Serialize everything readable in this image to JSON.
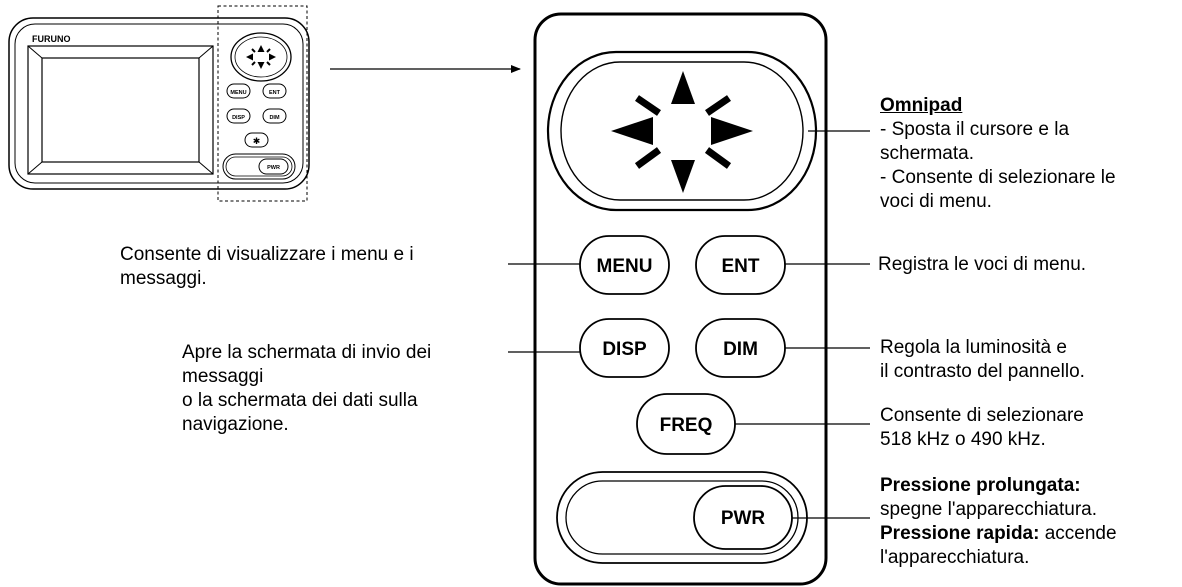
{
  "overview": {
    "brand": "FURUNO",
    "buttons": {
      "menu": "MENU",
      "ent": "ENT",
      "disp": "DISP",
      "dim": "DIM",
      "pwr": "PWR",
      "freq_symbol": "✱"
    }
  },
  "keypad": {
    "buttons": {
      "menu": "MENU",
      "ent": "ENT",
      "disp": "DISP",
      "dim": "DIM",
      "freq": "FREQ",
      "pwr": "PWR"
    }
  },
  "callouts": {
    "omnipad": {
      "title": "Omnipad",
      "lines": [
        "- Sposta il cursore e la",
        "schermata.",
        "- Consente di selezionare le",
        "voci di menu."
      ]
    },
    "menu": {
      "lines": [
        "Consente di visualizzare i menu e i",
        "messaggi."
      ]
    },
    "ent": {
      "lines": [
        "Registra le voci di menu."
      ]
    },
    "disp": {
      "lines": [
        "Apre la schermata di invio dei",
        "messaggi",
        "o la schermata dei dati sulla",
        "navigazione."
      ]
    },
    "dim": {
      "lines": [
        "Regola la luminosità e",
        "il contrasto del pannello."
      ]
    },
    "freq": {
      "lines": [
        "Consente di selezionare",
        "518 kHz o 490 kHz."
      ]
    },
    "pwr": {
      "long_label": "Pressione prolungata:",
      "long_text": "spegne l'apparecchiatura.",
      "short_label": "Pressione rapida:",
      "short_text": "accende",
      "short_text_2": "l'apparecchiatura."
    }
  }
}
